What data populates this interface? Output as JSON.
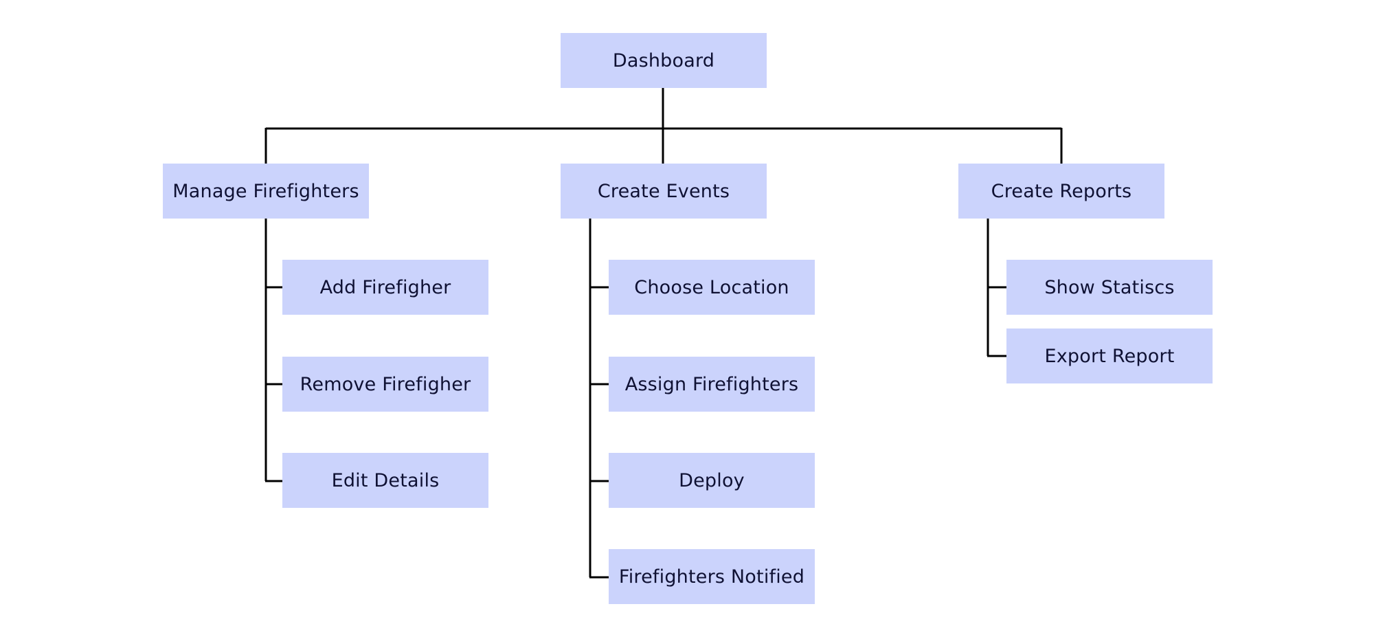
{
  "nodes": {
    "dashboard": "Dashboard",
    "manage_firefighters": "Manage Firefighters",
    "create_events": "Create Events",
    "create_reports": "Create Reports",
    "add_firefighter": "Add Firefigher",
    "remove_firefighter": "Remove Firefigher",
    "edit_details": "Edit Details",
    "choose_location": "Choose Location",
    "assign_firefighters": "Assign Firefighters",
    "deploy": "Deploy",
    "firefighters_notified": "Firefighters Notified",
    "show_statistics": "Show Statiscs",
    "export_report": "Export Report"
  },
  "colors": {
    "node_fill": "#cbd3fc",
    "node_text": "#0f1133",
    "connector": "#000000"
  }
}
